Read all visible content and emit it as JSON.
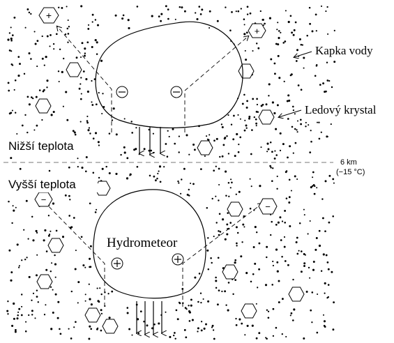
{
  "labels": {
    "water_drop": "Kapka vody",
    "ice_crystal": "Ledový krystal",
    "lower_temp": "Nižší teplota",
    "higher_temp": "Vyšší teplota",
    "altitude": "6 km",
    "altitude_temp": "(−15 °C)",
    "hydrometeor": "Hydrometeor"
  },
  "symbols": {
    "plus": "+",
    "minus": "−"
  }
}
